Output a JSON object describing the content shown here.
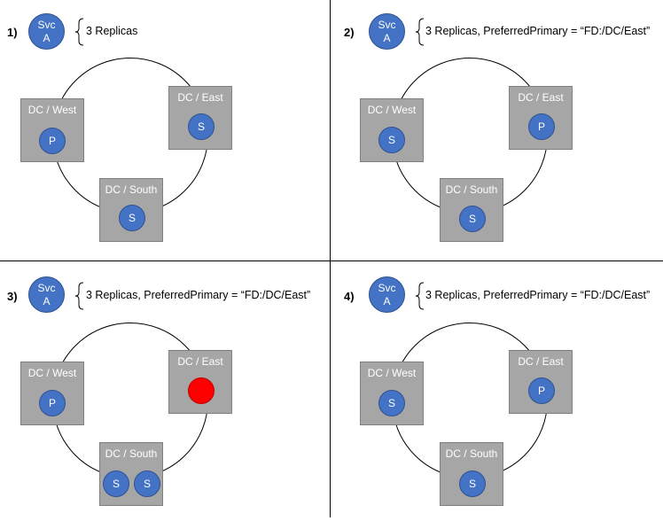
{
  "panels": [
    {
      "number": "1)",
      "service": {
        "line1": "Svc",
        "line2": "A"
      },
      "description": "3 Replicas",
      "nodes": {
        "west": {
          "label": "DC / West",
          "replicas": [
            "P"
          ]
        },
        "east": {
          "label": "DC / East",
          "replicas": [
            "S"
          ]
        },
        "south": {
          "label": "DC / South",
          "replicas": [
            "S"
          ]
        }
      }
    },
    {
      "number": "2)",
      "service": {
        "line1": "Svc",
        "line2": "A"
      },
      "description": "3 Replicas, PreferredPrimary = “FD:/DC/East”",
      "nodes": {
        "west": {
          "label": "DC / West",
          "replicas": [
            "S"
          ]
        },
        "east": {
          "label": "DC / East",
          "replicas": [
            "P"
          ]
        },
        "south": {
          "label": "DC / South",
          "replicas": [
            "S"
          ]
        }
      }
    },
    {
      "number": "3)",
      "service": {
        "line1": "Svc",
        "line2": "A"
      },
      "description": "3 Replicas, PreferredPrimary = “FD:/DC/East”",
      "nodes": {
        "west": {
          "label": "DC / West",
          "replicas": [
            "P"
          ]
        },
        "east": {
          "label": "DC / East",
          "replicas": [
            ""
          ],
          "status": "down",
          "status_color": "#ff0000"
        },
        "south": {
          "label": "DC / South",
          "replicas": [
            "S",
            "S"
          ]
        }
      }
    },
    {
      "number": "4)",
      "service": {
        "line1": "Svc",
        "line2": "A"
      },
      "description": "3 Replicas, PreferredPrimary = “FD:/DC/East”",
      "nodes": {
        "west": {
          "label": "DC / West",
          "replicas": [
            "S"
          ]
        },
        "east": {
          "label": "DC / East",
          "replicas": [
            "P"
          ]
        },
        "south": {
          "label": "DC / South",
          "replicas": [
            "S"
          ]
        }
      }
    }
  ],
  "colors": {
    "replica_fill": "#4472c4",
    "node_fill": "#a6a6a6",
    "failed_node_marker": "#ff0000"
  }
}
